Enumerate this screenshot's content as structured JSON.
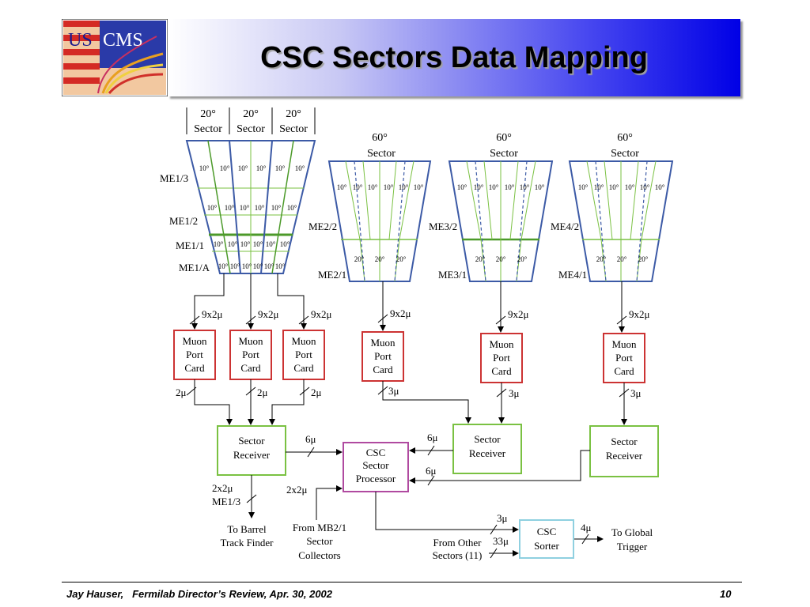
{
  "slide": {
    "title": "CSC Sectors Data Mapping",
    "footer": "Jay Hauser,   Fermilab Director’s Review, Apr. 30, 2002",
    "page_number": "10"
  },
  "logo": {
    "text_us": "US",
    "text_cms": "CMS"
  },
  "diagram": {
    "left_sector_headers": [
      {
        "angle": "20°",
        "label": "Sector"
      },
      {
        "angle": "20°",
        "label": "Sector"
      },
      {
        "angle": "20°",
        "label": "Sector"
      }
    ],
    "right_sector_headers": [
      {
        "angle": "60°",
        "label": "Sector"
      },
      {
        "angle": "60°",
        "label": "Sector"
      },
      {
        "angle": "60°",
        "label": "Sector"
      }
    ],
    "me1_labels": [
      "ME1/3",
      "ME1/2",
      "ME1/1",
      "ME1/A"
    ],
    "station_labels": [
      {
        "outer": "ME2/2",
        "inner": "ME2/1"
      },
      {
        "outer": "ME3/2",
        "inner": "ME3/1"
      },
      {
        "outer": "ME4/2",
        "inner": "ME4/1"
      }
    ],
    "cell_10": "10°",
    "cell_20": "20°",
    "muon_port_card": [
      "Muon",
      "Port",
      "Card"
    ],
    "link_9x2mu": "9x2μ",
    "link_2mu": "2μ",
    "link_3mu": "3μ",
    "link_6mu": "6μ",
    "link_4mu": "4μ",
    "link_33mu": "33μ",
    "link_2x2mu": "2x2μ",
    "me13_tag": "ME1/3",
    "sector_receiver": [
      "Sector",
      "Receiver"
    ],
    "csc_sector_processor": [
      "CSC",
      "Sector",
      "Processor"
    ],
    "csc_sorter": [
      "CSC",
      "Sorter"
    ],
    "to_barrel": [
      "To Barrel",
      "Track Finder"
    ],
    "from_mb21": [
      "From MB2/1",
      "Sector",
      "Collectors"
    ],
    "from_other": [
      "From Other",
      "Sectors (11)"
    ],
    "to_global": [
      "To Global",
      "Trigger"
    ]
  }
}
